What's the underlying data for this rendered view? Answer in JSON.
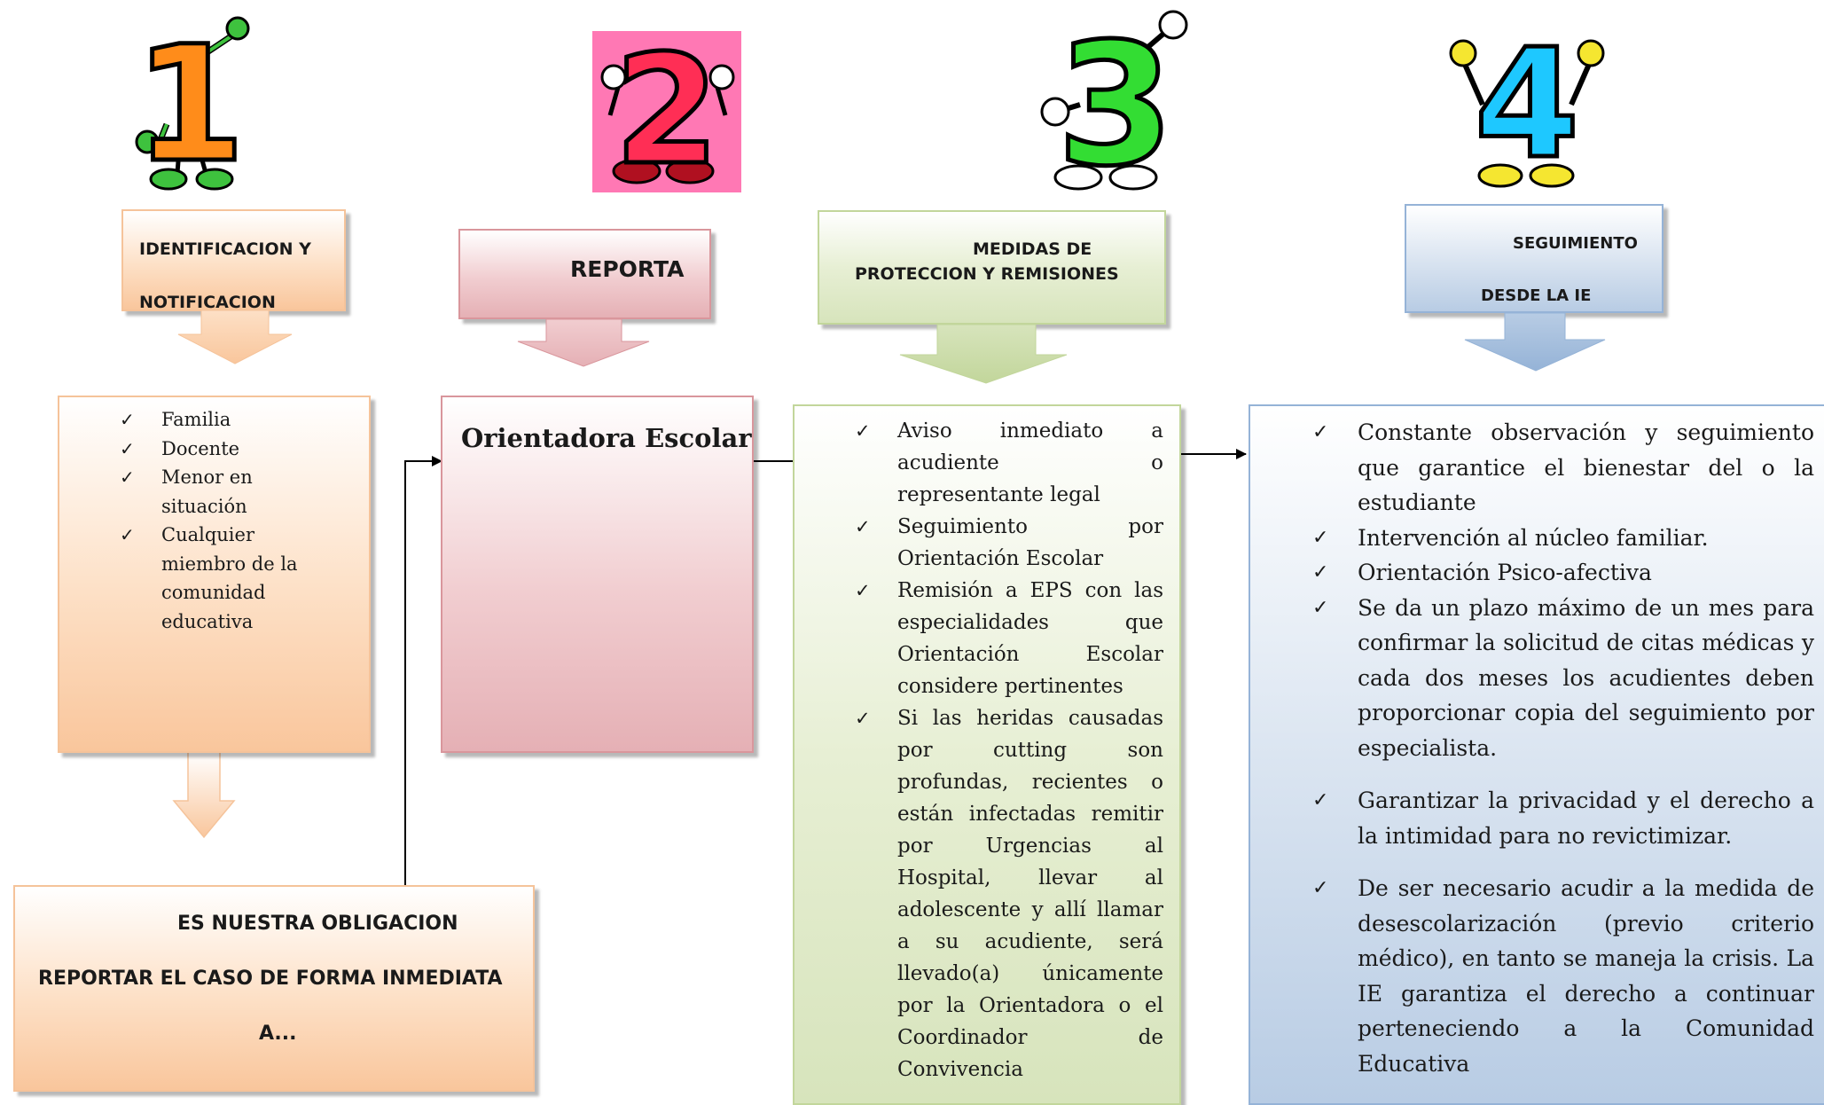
{
  "steps": [
    {
      "number": "1",
      "color": "#ff8c1a",
      "header_lines": [
        "IDENTIFICACION Y",
        "NOTIFICACION"
      ]
    },
    {
      "number": "2",
      "color": "#ff2e55",
      "header_lines": [
        "REPORTA"
      ]
    },
    {
      "number": "3",
      "color": "#33dd33",
      "header_lines": [
        "MEDIDAS DE",
        "PROTECCION Y REMISIONES"
      ]
    },
    {
      "number": "4",
      "color": "#1ec8ff",
      "header_lines": [
        "SEGUIMIENTO",
        "DESDE LA IE"
      ]
    }
  ],
  "box1": {
    "items": [
      "Familia",
      "Docente",
      "Menor en situación",
      "Cualquier miembro de la comunidad educativa"
    ]
  },
  "box2": {
    "title": "Orientadora Escolar"
  },
  "box3": {
    "items": [
      "Aviso inmediato a acudiente o representante legal",
      "Seguimiento por Orientación Escolar",
      "Remisión a EPS con las especialidades que Orientación Escolar considere pertinentes",
      "Si las heridas causadas por cutting son profundas, recientes o están infectadas remitir por Urgencias al Hospital, llevar al adolescente y allí llamar a su acudiente, será llevado(a) únicamente por la Orientadora o el Coordinador de Convivencia"
    ]
  },
  "box4": {
    "items": [
      "Constante observación y seguimiento que garantice el bienestar del o la estudiante",
      "Intervención al núcleo familiar.",
      "Orientación Psico-afectiva",
      "Se da un plazo máximo de un mes para confirmar la solicitud de citas médicas y cada dos meses los acudientes deben proporcionar copia del seguimiento por especialista.",
      "Garantizar la privacidad y el derecho a la intimidad para no revictimizar.",
      "De ser necesario acudir a la medida de desescolarización (previo criterio médico), en tanto se maneja la crisis. La IE garantiza el derecho a continuar perteneciendo a la Comunidad Educativa"
    ]
  },
  "obligation": {
    "lines": [
      "ES NUESTRA OBLIGACION",
      "REPORTAR EL CASO DE FORMA INMEDIATA",
      "A..."
    ]
  },
  "icons": {
    "check": "✓"
  }
}
